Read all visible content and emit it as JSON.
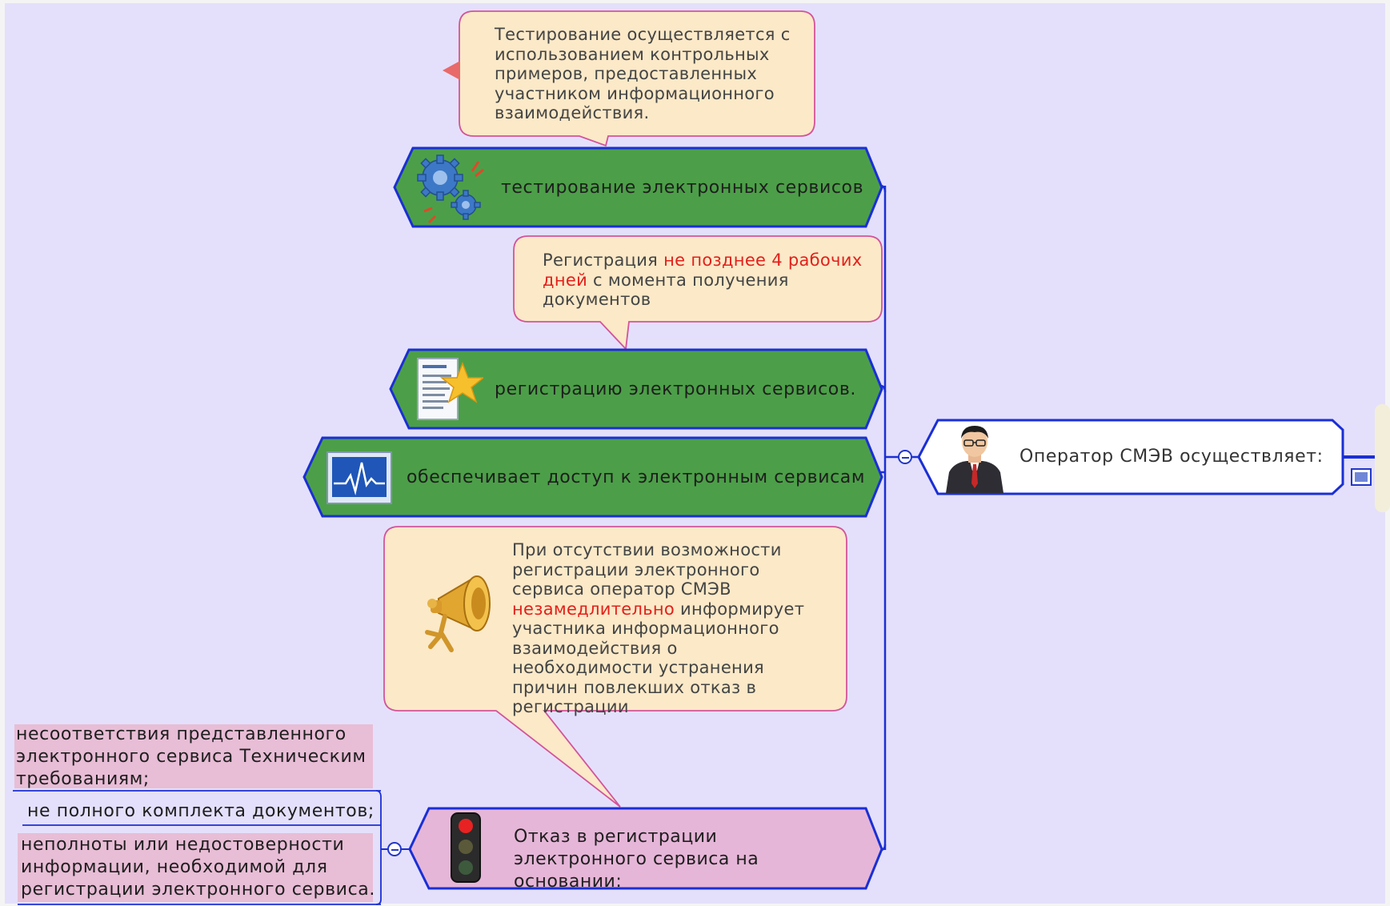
{
  "colors": {
    "background": "#e4e0fb",
    "green_topic": "#4c9f48",
    "topic_border": "#1a2fd6",
    "callout_fill": "#fbe9c8",
    "callout_border": "#d3549a",
    "pink_topic": "#e6b6d8",
    "red_text": "#e3201b"
  },
  "root": {
    "label": "Оператор СМЭВ осуществляет:",
    "icon": "businessman-icon",
    "note_icon": "note-icon"
  },
  "topics": [
    {
      "label": "тестирование электронных сервисов",
      "icon": "gears-icon"
    },
    {
      "label": "регистрацию  электронных сервисов.",
      "icon": "document-star-icon"
    },
    {
      "label": "обеспечивает доступ к электронным сервисам",
      "icon": "monitor-pulse-icon"
    },
    {
      "label": "Отказ в регистрации электронного сервиса на основании:",
      "icon": "traffic-light-icon"
    }
  ],
  "callouts": {
    "testing": "Тестирование осуществляется с использованием контрольных примеров, предоставленных участником информационного взаимодействия.",
    "registration": {
      "before": "Регистрация ",
      "highlight": "не позднее 4 рабочих дней",
      "after": " с момента получения документов"
    },
    "refusal": {
      "before": "При отсутствии возможности регистрации электронного сервиса оператор СМЭВ ",
      "highlight": "незамедлительно",
      "after": " информирует участника информационного взаимодействия о необходимости устранения причин повлекших отказ в регистрации",
      "icon": "megaphone-icon"
    }
  },
  "reasons": [
    "несоответствия представленного электронного сервиса Техническим требованиям;",
    "не полного комплекта документов;",
    "неполноты или недостоверности информации, необходимой для регистрации электронного сервиса."
  ]
}
